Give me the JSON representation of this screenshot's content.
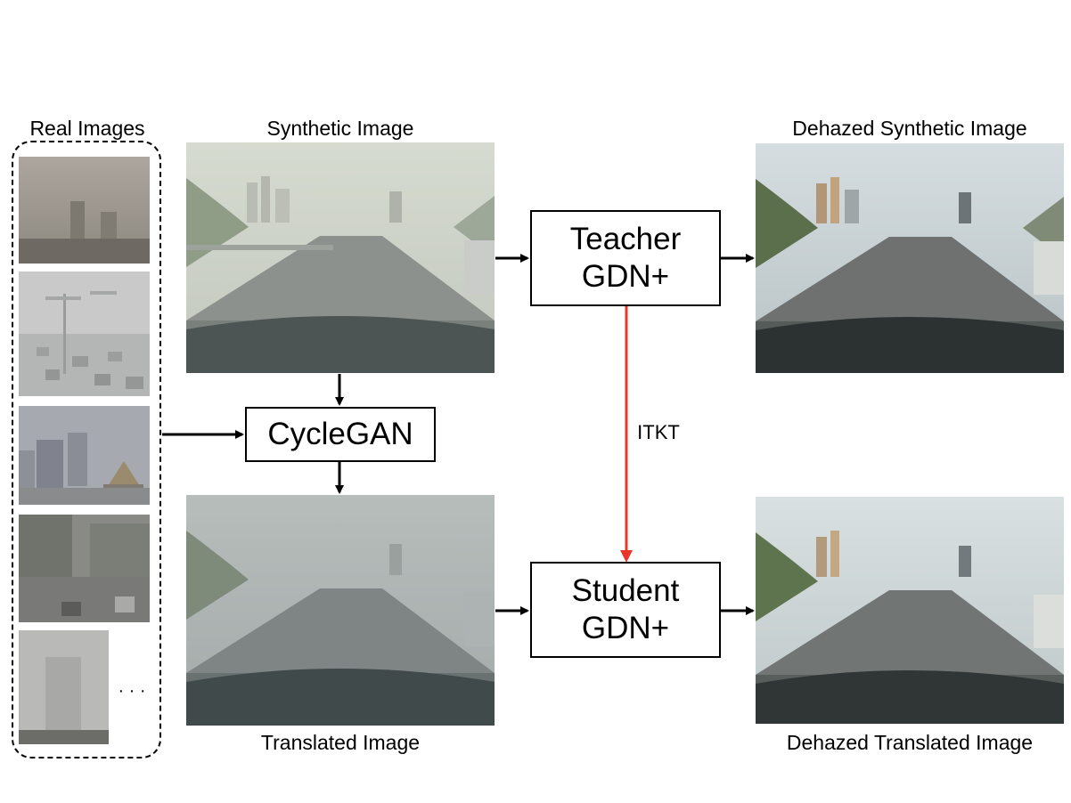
{
  "labels": {
    "real_images": "Real Images",
    "synthetic_image": "Synthetic Image",
    "dehazed_synthetic_image": "Dehazed Synthetic Image",
    "translated_image": "Translated Image",
    "dehazed_translated_image": "Dehazed Translated Image",
    "ellipsis": "· · ·",
    "itkt": "ITKT"
  },
  "boxes": {
    "teacher_line1": "Teacher",
    "teacher_line2": "GDN+",
    "student_line1": "Student",
    "student_line2": "GDN+",
    "cyclegan": "CycleGAN"
  },
  "colors": {
    "itkt_arrow": "#e8372a",
    "arrow": "#000000"
  }
}
